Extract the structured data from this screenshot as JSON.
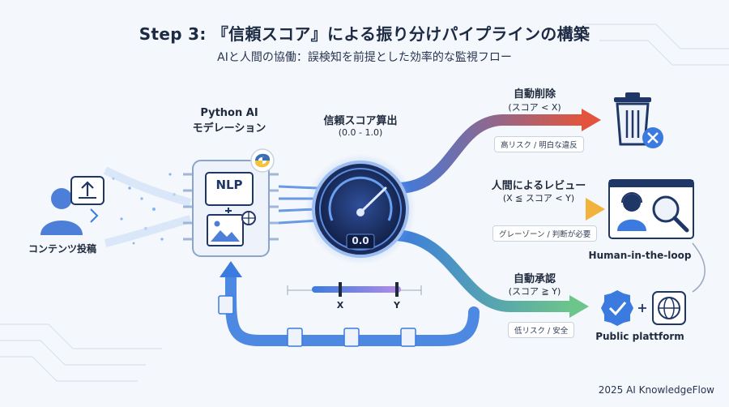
{
  "title": "Step 3: 『信頼スコア』による振り分けパイプラインの構築",
  "subtitle": "AIと人間の協働：誤検知を前提とした効率的な監視フロー",
  "input": {
    "label": "コンテンツ投稿"
  },
  "engine": {
    "label_line1": "Python AI",
    "label_line2": "モデレーション",
    "chip_text": "NLP"
  },
  "score": {
    "title": "信頼スコア算出",
    "range": "(0.0 - 1.0)",
    "readout": "0.0",
    "threshold_x": "X",
    "threshold_y": "Y"
  },
  "routes": {
    "delete": {
      "title": "自動削除",
      "condition": "(スコア < X)",
      "tag": "高リスク / 明白な違反"
    },
    "review": {
      "title": "人間によるレビュー",
      "condition": "(X ≦ スコア < Y)",
      "tag": "グレーゾーン / 判断が必要"
    },
    "approve": {
      "title": "自動承認",
      "condition": "(スコア ≧ Y)",
      "tag": "低リスク / 安全"
    }
  },
  "human_in_loop": "Human-in-the-loop",
  "public_platform": "Public plattform",
  "footer": "2025 AI KnowledgeFlow",
  "colors": {
    "delete": "#e2553c",
    "review": "#f2b33d",
    "approve": "#6cc58a",
    "flow": "#3b7be0"
  }
}
